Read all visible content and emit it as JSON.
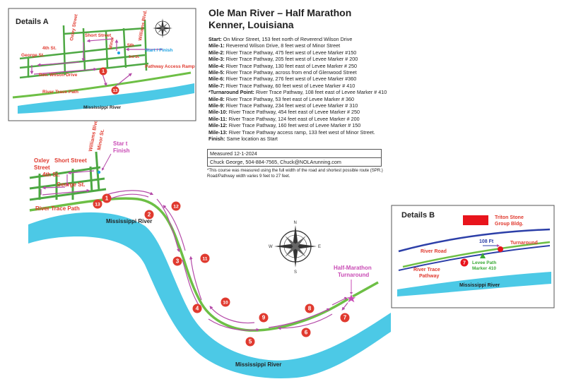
{
  "title": {
    "line1": "Ole Man River – Half Marathon",
    "line2": "Kenner, Louisiana"
  },
  "mile_list": [
    {
      "label": "Start:",
      "desc": "On Minor Street, 153 feet north of Reverend Wilson Drive"
    },
    {
      "label": "Mile-1:",
      "desc": "Reverend Wilson Drive, 8 feet west of Minor Street"
    },
    {
      "label": "Mile-2:",
      "desc": "River Trace Pathway, 475 feet west of Levee Marker #150"
    },
    {
      "label": "Mile-3:",
      "desc": "River Trace Pathway, 205 feet west of Levee Marker # 200"
    },
    {
      "label": "Mile-4:",
      "desc": "River Trace Pathway, 130 feet east of Levee Marker # 250"
    },
    {
      "label": "Mile-5:",
      "desc": "River Trace Pathway, across from end of Glenwood Street"
    },
    {
      "label": "Mile-6:",
      "desc": "River Trace Pathway, 276 feet west of Levee Marker #360"
    },
    {
      "label": "Mile-7:",
      "desc": "River Trace Pathway, 60 feet west of Levee Marker # 410"
    },
    {
      "label": "*Turnaround Point:",
      "desc": "River Trace Pathway, 108 feet east of Levee Marker # 410"
    },
    {
      "label": "Mile-8:",
      "desc": "River Trace Pathway, 53 feet east of Levee Marker # 360"
    },
    {
      "label": "Mile-9:",
      "desc": "River Trace Pathway, 234 feet west of Levee Marker # 310"
    },
    {
      "label": "Mile-10:",
      "desc": "River Trace Pathway, 454 feet east of Levee Marker # 250"
    },
    {
      "label": "Mile-11:",
      "desc": "River Trace Pathway, 124 feet east of Levee Marker # 200"
    },
    {
      "label": "Mile-12:",
      "desc": "River Trace Pathway, 160 feet west of Levee Marker # 150"
    },
    {
      "label": "Mile-13:",
      "desc": "River Trace Pathway access ramp, 133 feet west of Minor Street."
    },
    {
      "label": "Finish:",
      "desc": "Same location as Start"
    }
  ],
  "measured": {
    "date": "Measured 12-1-2024",
    "contact": "Chuck George, 504-884-7565, Chuck@NOLArunning.com"
  },
  "note": "*This course was measured using the full width of the road and shortest possible route (SPR.) Road/Pathway width varies 9 feet to 27 feet.",
  "details_a": {
    "title": "Details A",
    "streets": {
      "oxley": "Oxley Street",
      "short": "Short Street",
      "williams": "Williams Blvd.",
      "fourth": "4th St.",
      "george": "George St.",
      "wilson": "Rev. Wilson Drive",
      "minor": "Minor",
      "fifth": "5th",
      "third": "3rd St.",
      "trace": "River Trace Path",
      "river": "Mississippi River"
    },
    "start_finish": "Start / Finish",
    "ramp": "Pathway Access Ramp",
    "mile_markers": [
      "1",
      "13"
    ]
  },
  "main_map": {
    "oxley": "Oxley",
    "short": "Short Street",
    "street": "Street",
    "williams": "Williams Blvd.",
    "minor": "Minor St.",
    "fourth": "4th St.",
    "george": "George St.",
    "trace": "River Trace Path",
    "river_upper": "Mississippi River",
    "river_lower": "Mississippi River",
    "start": "Star t",
    "finish": "Finish",
    "turnaround_1": "Half-Marathon",
    "turnaround_2": "Turnaround",
    "mile_markers": [
      "1",
      "2",
      "3",
      "4",
      "5",
      "6",
      "7",
      "8",
      "9",
      "10",
      "11",
      "12",
      "13"
    ]
  },
  "details_b": {
    "title": "Details B",
    "building_1": "Triton Stone",
    "building_2": "Group Bldg.",
    "distance": "108 Ft",
    "turnaround": "Turnaround",
    "road": "River Road",
    "trace_1": "River Trace",
    "trace_2": "Pathway",
    "levee_1": "Levee Path",
    "levee_2": "Marker 410",
    "river": "Mississippi River",
    "mile_marker": "7"
  },
  "compass_points": {
    "n": "N",
    "s": "S",
    "e": "E",
    "w": "W"
  },
  "colors": {
    "path": "#6dbf45",
    "route": "#b44aa8",
    "street": "#4da843",
    "river": "#4cc9e6",
    "mile": "#e03a2f",
    "label_red": "#e03a2f",
    "road_blue": "#2c3fa8",
    "turnaround": "#c94bb5",
    "start_blue": "#1ba1e2"
  }
}
